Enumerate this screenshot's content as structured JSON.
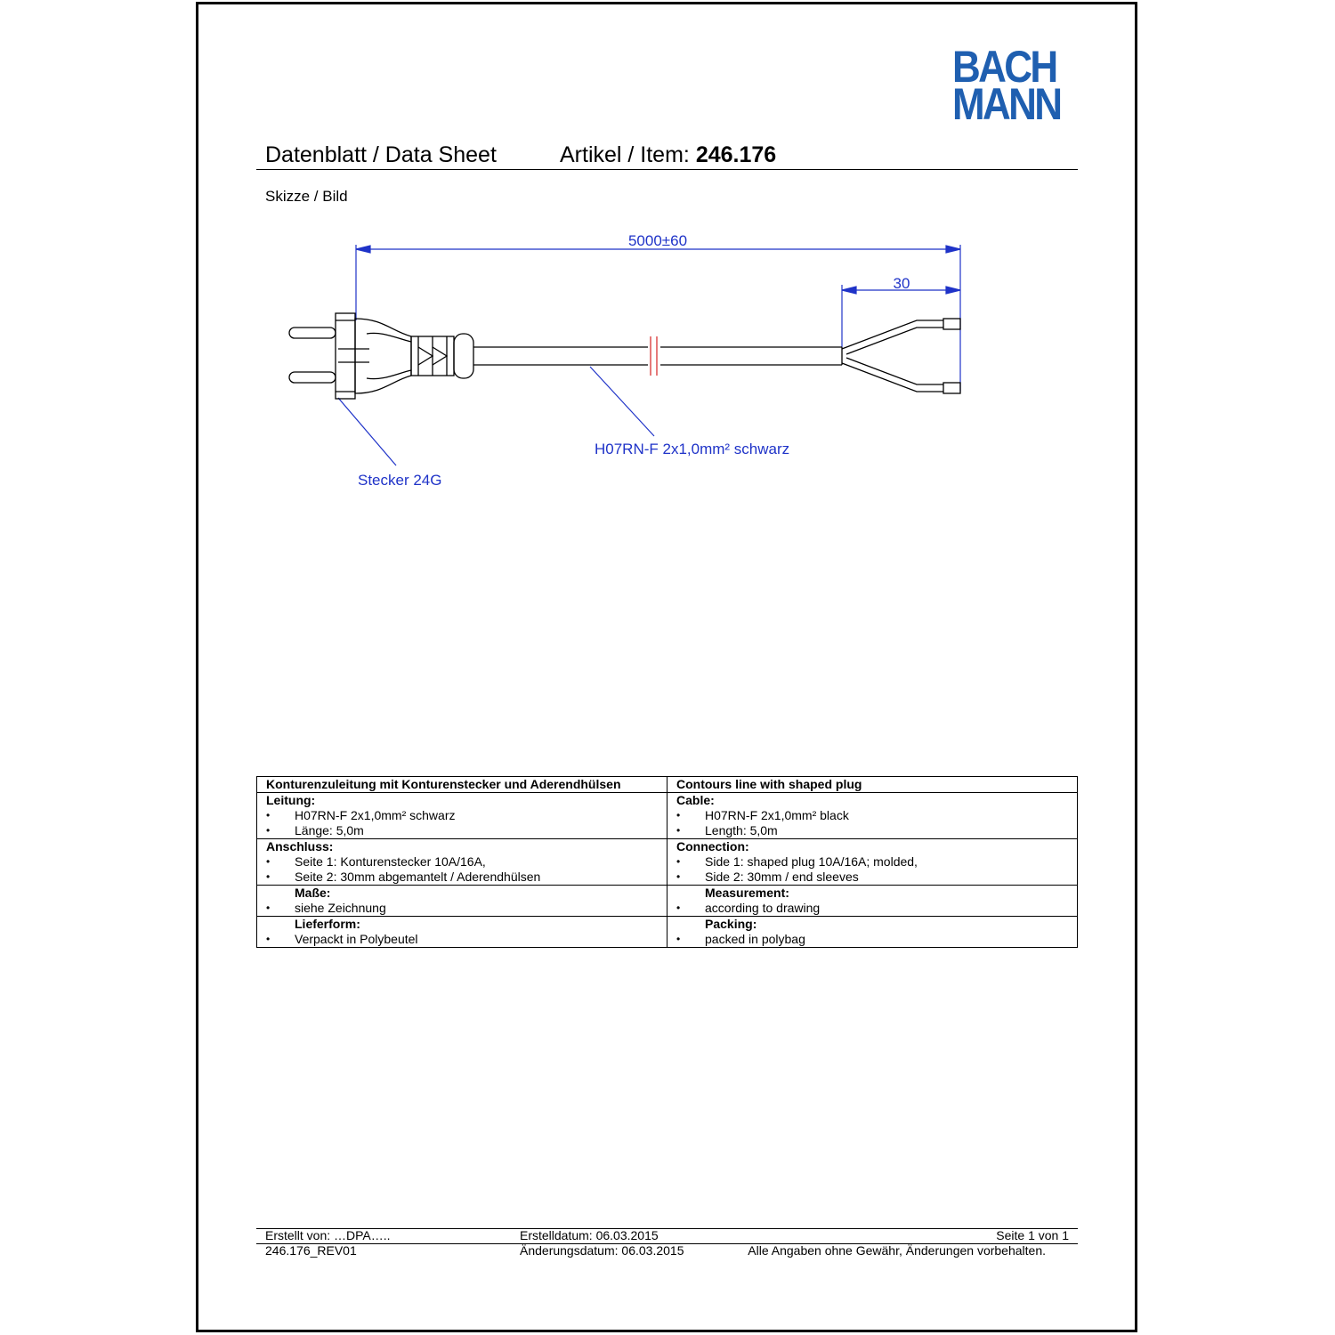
{
  "logo": {
    "line1": "BACH",
    "line2": "MANN",
    "color": "#1f5fb0"
  },
  "header": {
    "title": "Datenblatt / Data Sheet",
    "item_label": "Artikel / Item: ",
    "item_number": "246.176"
  },
  "sketch_label": "Skizze / Bild",
  "drawing": {
    "total_length": "5000±60",
    "strip_length": "30",
    "cable_label": "H07RN-F 2x1,0mm² schwarz",
    "plug_label": "Stecker 24G",
    "annotation_color": "#1f33c8"
  },
  "table": {
    "title_de": "Konturenzuleitung mit Konturenstecker und  Aderendhülsen",
    "title_en": "Contours line with shaped plug",
    "sections": [
      {
        "head_de": "Leitung:",
        "head_en": "Cable:",
        "de": [
          "H07RN-F 2x1,0mm² schwarz",
          "Länge: 5,0m"
        ],
        "en": [
          "H07RN-F 2x1,0mm²  black",
          "Length: 5,0m"
        ],
        "indent_head": false
      },
      {
        "head_de": "Anschluss:",
        "head_en": "Connection:",
        "de": [
          "Seite 1: Konturenstecker 10A/16A,",
          "Seite 2: 30mm abgemantelt / Aderendhülsen"
        ],
        "en": [
          "Side 1: shaped plug 10A/16A; molded,",
          "Side 2: 30mm  / end sleeves"
        ],
        "indent_head": false
      },
      {
        "head_de": "Maße:",
        "head_en": "Measurement:",
        "de": [
          "siehe Zeichnung"
        ],
        "en": [
          "according to drawing"
        ],
        "indent_head": true
      },
      {
        "head_de": "Lieferform:",
        "head_en": "Packing:",
        "de": [
          "Verpackt in Polybeutel"
        ],
        "en": [
          "packed in polybag"
        ],
        "indent_head": true
      }
    ]
  },
  "footer": {
    "created_by": "Erstellt von: …DPA…..",
    "created_date": "Erstelldatum: 06.03.2015",
    "page": "Seite 1 von 1",
    "revision": "246.176_REV01",
    "changed_date": "Änderungsdatum: 06.03.2015",
    "disclaimer": "Alle Angaben ohne Gewähr, Änderungen vorbehalten."
  }
}
